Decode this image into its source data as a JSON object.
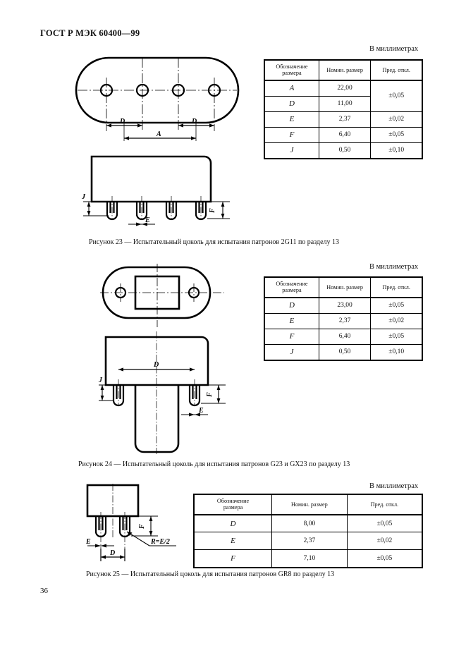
{
  "document": {
    "header": "ГОСТ Р МЭК 60400—99",
    "page_number": "36",
    "units_label": "В миллиметрах"
  },
  "tables": {
    "headers": [
      "Обозначение размера",
      "Номин. размер",
      "Пред. откл."
    ],
    "header_line1": "Обозначение",
    "header_line2": "размера",
    "header_nominal": "Номин. размер",
    "header_tolerance": "Пред. откл.",
    "table23": {
      "rows": [
        {
          "symbol": "A",
          "nominal": "22,00",
          "tolerance": "±0,05"
        },
        {
          "symbol": "D",
          "nominal": "11,00",
          "tolerance": ""
        },
        {
          "symbol": "E",
          "nominal": "2,37",
          "tolerance": "±0,02"
        },
        {
          "symbol": "F",
          "nominal": "6,40",
          "tolerance": "±0,05"
        },
        {
          "symbol": "J",
          "nominal": "0,50",
          "tolerance": "±0,10"
        }
      ],
      "merged_tolerance": "±0,05"
    },
    "table24": {
      "rows": [
        {
          "symbol": "D",
          "nominal": "23,00",
          "tolerance": "±0,05"
        },
        {
          "symbol": "E",
          "nominal": "2,37",
          "tolerance": "±0,02"
        },
        {
          "symbol": "F",
          "nominal": "6,40",
          "tolerance": "±0,05"
        },
        {
          "symbol": "J",
          "nominal": "0,50",
          "tolerance": "±0,10"
        }
      ]
    },
    "table25": {
      "rows": [
        {
          "symbol": "D",
          "nominal": "8,00",
          "tolerance": "±0,05"
        },
        {
          "symbol": "E",
          "nominal": "2,37",
          "tolerance": "±0,02"
        },
        {
          "symbol": "F",
          "nominal": "7,10",
          "tolerance": "±0,05"
        }
      ]
    }
  },
  "figures": {
    "fig23": {
      "caption": "Рисунок 23 — Испытательный цоколь для испытания патронов 2G11 по разделу 13",
      "dim_labels": {
        "a": "A",
        "d_left": "D",
        "d_right": "D",
        "e": "E",
        "f": "F",
        "j": "J"
      }
    },
    "fig24": {
      "caption": "Рисунок 24 — Испытательный цоколь для испытания патронов G23 и GX23 по разделу 13",
      "dim_labels": {
        "d": "D",
        "e": "E",
        "f": "F",
        "j": "J"
      }
    },
    "fig25": {
      "caption": "Рисунок 25 — Испытательный цоколь для испытания патронов GR8 по разделу 13",
      "dim_labels": {
        "d": "D",
        "e": "E",
        "f": "F",
        "radius": "R=E/2"
      }
    }
  }
}
